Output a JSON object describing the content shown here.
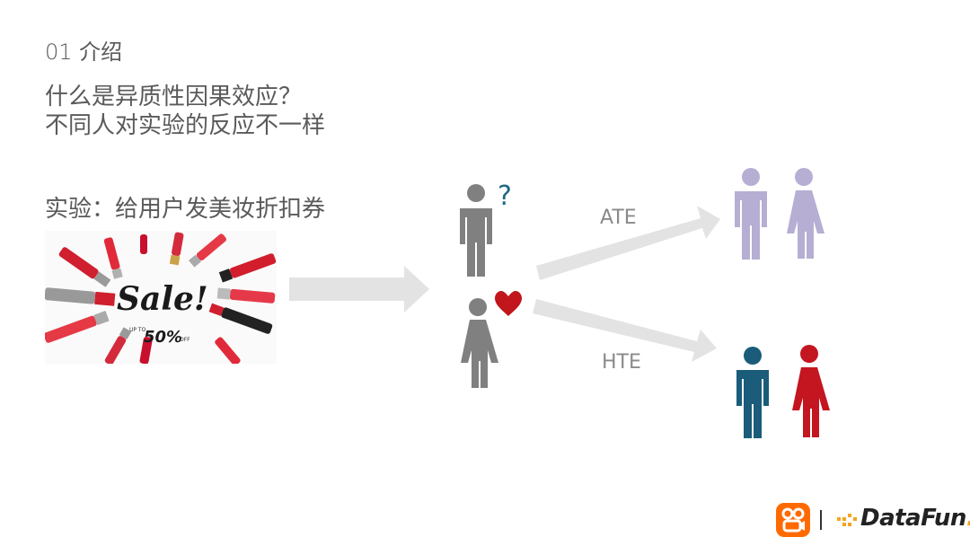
{
  "section_title": "01 介绍",
  "question": {
    "line1": "什么是异质性因果效应？",
    "line2": "不同人对实验的反应不一样"
  },
  "experiment_label": "实验：给用户发美妆折扣券",
  "sale_image": {
    "headline": "Sale!",
    "upto": "UP TO",
    "discount": "50%",
    "off": "OFF"
  },
  "diagram": {
    "question_mark": "?",
    "ate_label": "ATE",
    "hte_label": "HTE"
  },
  "colors": {
    "person_gray": "#808080",
    "question_blue": "#1f6a80",
    "heart_red": "#c0161c",
    "ate_purple": "#b6aed3",
    "hte_teal": "#1a5c7a",
    "hte_red": "#c31620",
    "arrow_gray": "#e3e3e3",
    "logo_orange": "#ff6a00"
  },
  "logo": {
    "separator": "|",
    "brand_main": "DataFun",
    "brand_dot": "."
  }
}
